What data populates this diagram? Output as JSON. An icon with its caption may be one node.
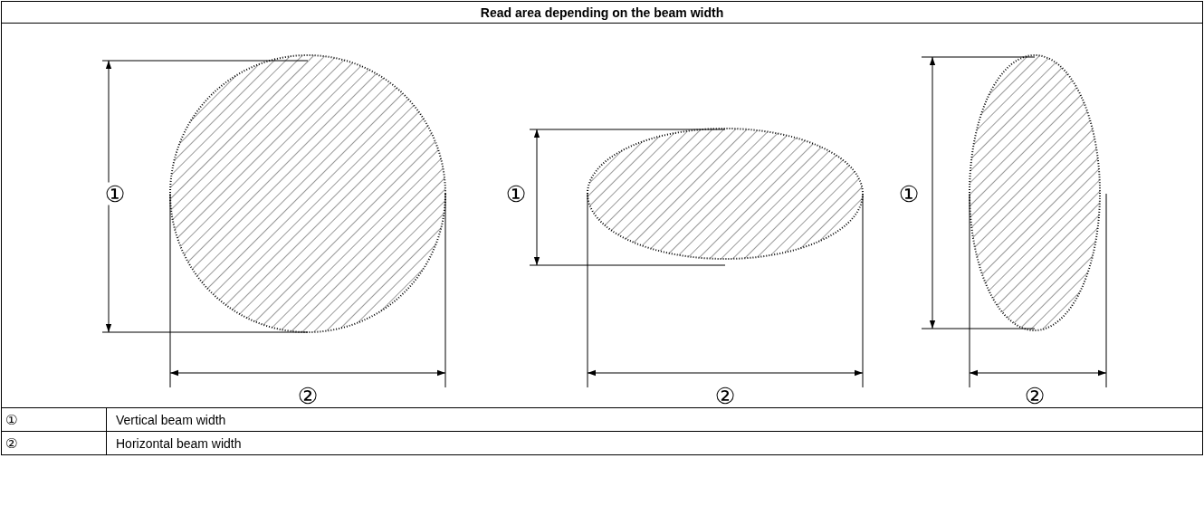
{
  "diagram": {
    "title": "Read area depending on the beam width",
    "nodes": [
      {
        "text": [],
        "shape": "ellipse"
      },
      {
        "text": [],
        "shape": "ellipse"
      },
      {
        "text": [],
        "shape": "ellipse"
      }
    ],
    "labels": [
      "①",
      "②",
      "①",
      "②",
      "①",
      "②",
      "①",
      "Vertical beam width",
      "②",
      "Horizontal beam width"
    ]
  }
}
